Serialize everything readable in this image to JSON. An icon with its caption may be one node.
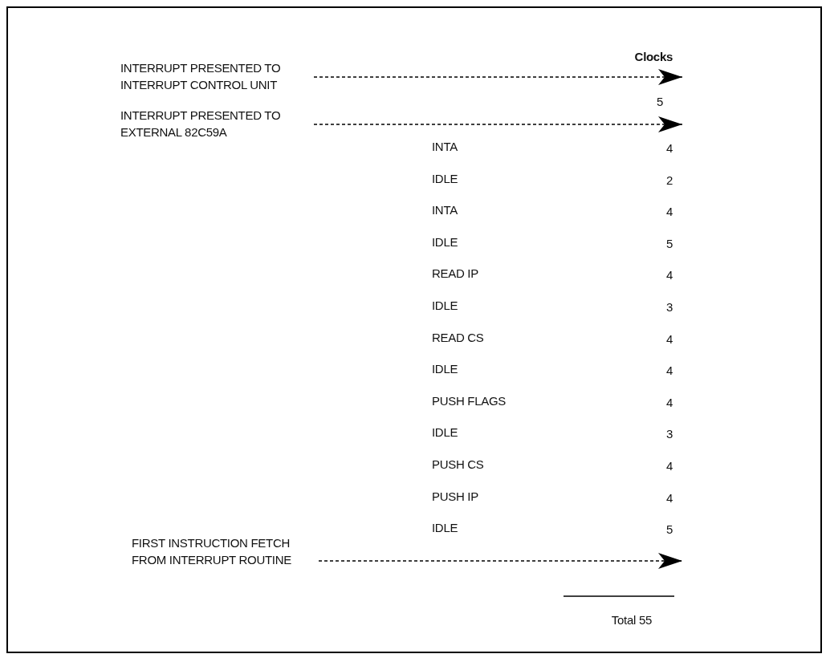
{
  "diagram": {
    "nodes": [
      {
        "text": [
          "INTERRUPT PRESENTED TO INTERRUPT CONTROL UNIT"
        ]
      },
      {
        "text": [
          "INTERRUPT PRESENTED TO EXTERNAL 82C59A"
        ]
      },
      {
        "text": [
          "FIRST INSTRUCTION FETCH FROM INTERRUPT ROUTINE"
        ]
      }
    ],
    "edges": [
      {
        "from": 0,
        "to": null,
        "arrow": "to",
        "style": "dashed"
      },
      {
        "from": 1,
        "to": null,
        "arrow": "to",
        "style": "dashed"
      },
      {
        "from": 2,
        "to": null,
        "arrow": "to",
        "style": "dashed"
      }
    ],
    "labels": [
      "Clocks",
      "5",
      "INTA",
      "4",
      "IDLE",
      "2",
      "INTA",
      "4",
      "IDLE",
      "5",
      "READ IP",
      "4",
      "IDLE",
      "3",
      "READ CS",
      "4",
      "IDLE",
      "4",
      "PUSH FLAGS",
      "4",
      "IDLE",
      "3",
      "PUSH CS",
      "4",
      "PUSH IP",
      "4",
      "IDLE",
      "5",
      "Total 55"
    ]
  }
}
